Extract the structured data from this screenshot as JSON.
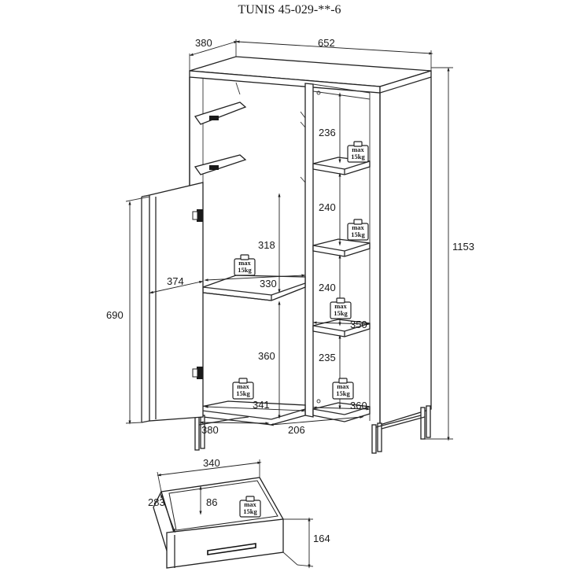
{
  "title": "TUNIS 45-029-**-6",
  "dimensions": {
    "depth": "380",
    "width": "652",
    "height": "1153",
    "door_height": "690",
    "door_width": "374",
    "left_upper_height": "318",
    "left_shelf_depth": "330",
    "left_lower_height": "360",
    "left_bottom_width": "341",
    "base_depth": "380",
    "right_width": "206",
    "right_h1": "236",
    "right_h2": "240",
    "right_h3": "240",
    "right_h4": "235",
    "right_shelf_depth": "350",
    "right_bottom_depth": "360"
  },
  "drawer": {
    "width": "340",
    "depth": "283",
    "inner_height": "86",
    "front_height": "164"
  },
  "weight_badge": {
    "line1": "max",
    "line2": "15kg"
  }
}
